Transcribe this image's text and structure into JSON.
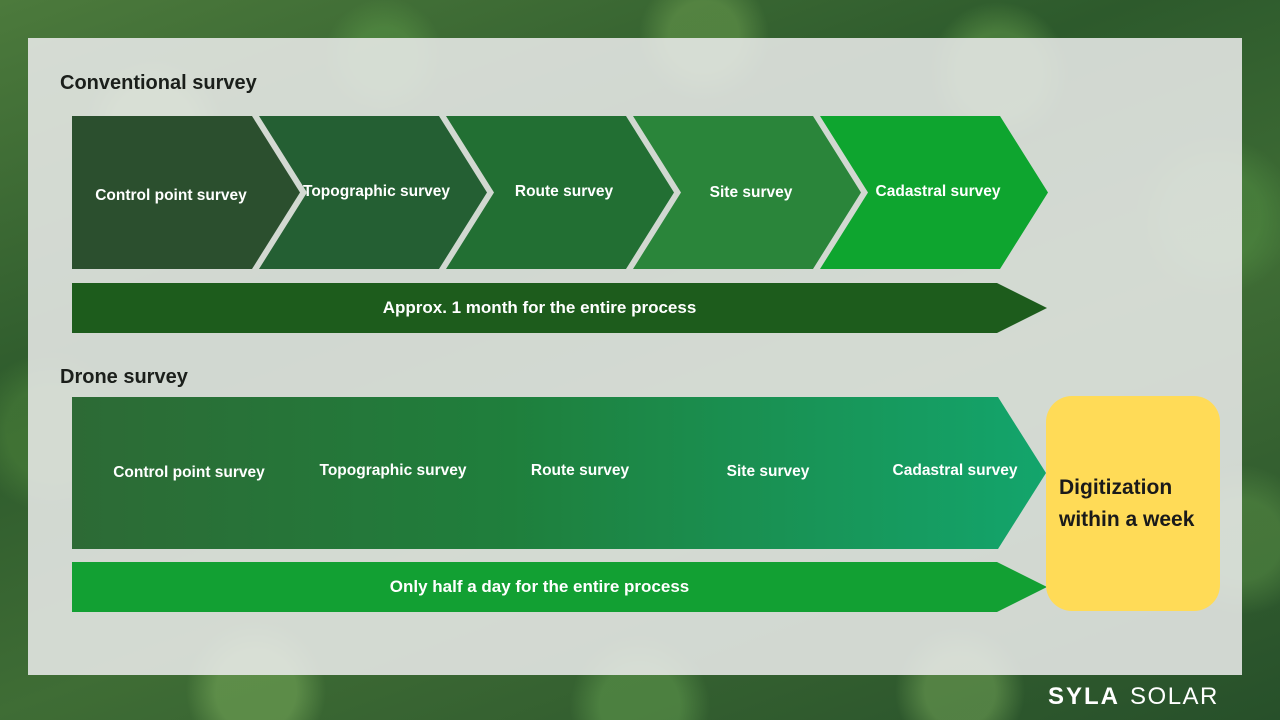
{
  "conventional": {
    "title": "Conventional survey",
    "steps": [
      {
        "label": "Control point survey",
        "color": "#2b4f2e"
      },
      {
        "label": "Topographic survey",
        "color": "#245f33"
      },
      {
        "label": "Route survey",
        "color": "#226f33"
      },
      {
        "label": "Site survey",
        "color": "#2a853a"
      },
      {
        "label": "Cadastral survey",
        "color": "#0ea52f"
      }
    ],
    "duration": "Approx. 1 month for the entire process"
  },
  "drone": {
    "title": "Drone survey",
    "steps": [
      {
        "label": "Control point survey"
      },
      {
        "label": "Topographic survey"
      },
      {
        "label": "Route survey"
      },
      {
        "label": "Site survey"
      },
      {
        "label": "Cadastral survey"
      }
    ],
    "duration": "Only half a day for the entire process",
    "digitization": "Digitization within a week"
  },
  "logo": {
    "part1": "SYLA",
    "part2": "SOLAR"
  },
  "colors": {
    "panel": "#ececec",
    "highlight": "#ffdb57"
  }
}
